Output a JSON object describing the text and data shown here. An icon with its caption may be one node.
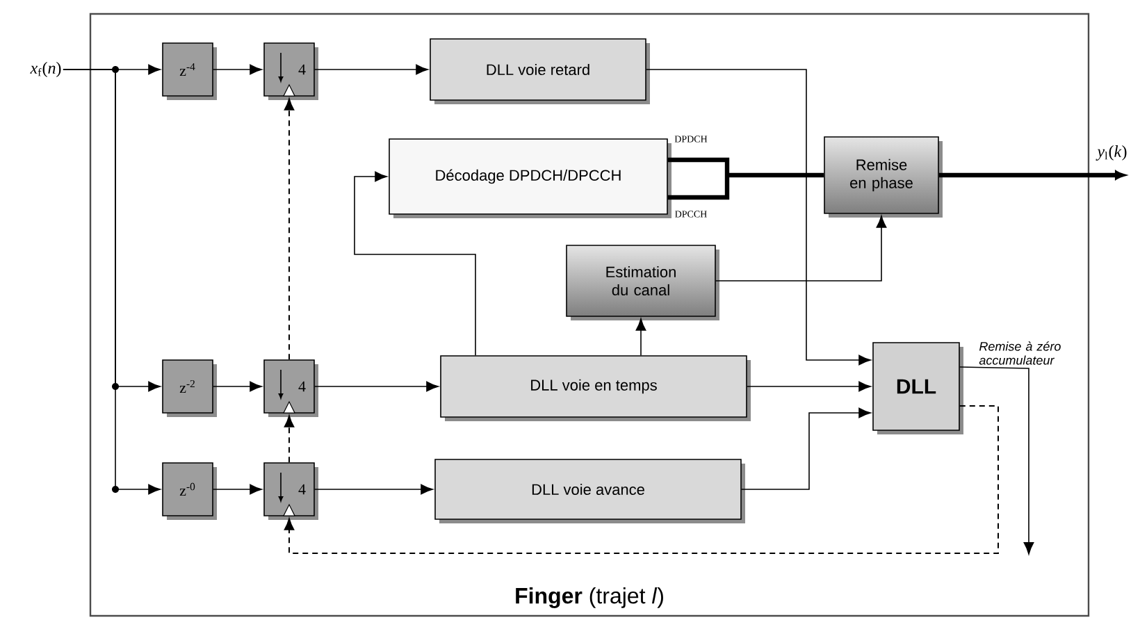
{
  "diagram": {
    "nodes": [
      {
        "text": [
          "**Finger** (trajet *l*)"
        ]
      },
      {
        "text": [
          "z$^{-4}$"
        ],
        "in": 0
      },
      {
        "text": [
          "4"
        ],
        "in": 0
      },
      {
        "text": [
          "DLL voie retard"
        ],
        "in": 0
      },
      {
        "text": [
          "Décodage DPDCH/DPCCH"
        ],
        "in": 0,
        "beside": [
          "DPDCH",
          "DPCCH"
        ]
      },
      {
        "text": [
          "Remise en phase"
        ],
        "in": 0
      },
      {
        "text": [
          "Estimation du canal"
        ],
        "in": 0
      },
      {
        "text": [
          "z$^{-2}$"
        ],
        "in": 0
      },
      {
        "text": [
          "4"
        ],
        "in": 0
      },
      {
        "text": [
          "DLL voie en temps"
        ],
        "in": 0
      },
      {
        "text": [
          "DLL"
        ],
        "in": 0
      },
      {
        "text": [
          "z$^{-0}$"
        ],
        "in": 0
      },
      {
        "text": [
          "4"
        ],
        "in": 0
      },
      {
        "text": [
          "DLL voie avance"
        ],
        "in": 0
      },
      {
        "text": [
          "*x*$_{f}$(*n*)"
        ]
      },
      {
        "text": [
          "*y*$_{l}$(*k*)"
        ]
      }
    ],
    "edges": [
      {
        "from": 14,
        "to": 1,
        "arrow": "to"
      },
      {
        "from": 14,
        "to": 7,
        "arrow": "to"
      },
      {
        "from": 14,
        "to": 11,
        "arrow": "to"
      },
      {
        "from": 1,
        "to": 2,
        "arrow": "to"
      },
      {
        "from": 7,
        "to": 8,
        "arrow": "to"
      },
      {
        "from": 11,
        "to": 12,
        "arrow": "to"
      },
      {
        "from": 2,
        "to": 3,
        "arrow": "to"
      },
      {
        "from": 8,
        "to": 9,
        "arrow": "to"
      },
      {
        "from": 12,
        "to": 13,
        "arrow": "to"
      },
      {
        "from": 3,
        "to": 10,
        "arrow": "to"
      },
      {
        "from": 9,
        "to": 10,
        "arrow": "to"
      },
      {
        "from": 13,
        "to": 10,
        "arrow": "to"
      },
      {
        "from": 9,
        "to": 4,
        "arrow": "to"
      },
      {
        "from": 9,
        "to": 6,
        "arrow": "to"
      },
      {
        "from": 6,
        "to": 5,
        "arrow": "to"
      },
      {
        "from": 4,
        "to": 5,
        "arrow": "none",
        "style": "thick"
      },
      {
        "from": 5,
        "to": 15,
        "arrow": "to",
        "style": "thick"
      },
      {
        "from": 10,
        "to": null,
        "arrow": "to",
        "label": "Remise à zéro accumulateur"
      },
      {
        "from": 10,
        "to": 12,
        "arrow": "to",
        "style": "dashed"
      },
      {
        "from": 12,
        "to": 8,
        "arrow": "to",
        "style": "dashed"
      },
      {
        "from": 8,
        "to": 2,
        "arrow": "to",
        "style": "dashed"
      }
    ]
  }
}
